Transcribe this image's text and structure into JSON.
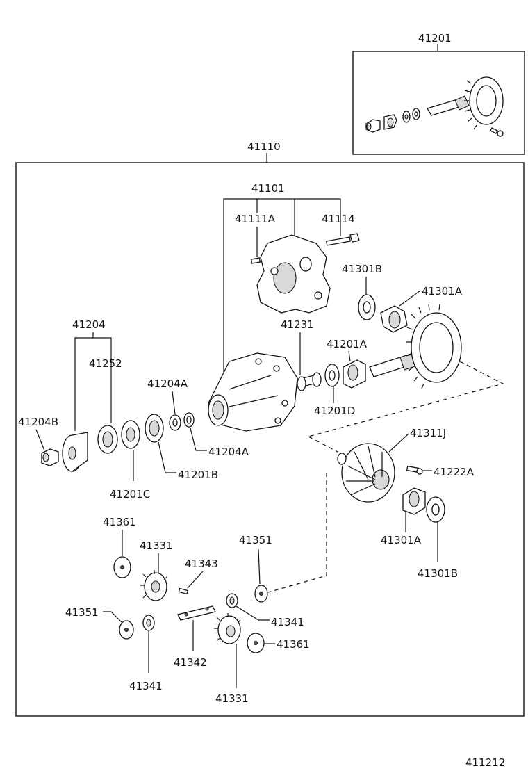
{
  "diagram_id": "411212",
  "assembly_label": "41110",
  "inset_label": "41201",
  "labels": {
    "l41101": "41101",
    "l41111A": "41111A",
    "l41114": "41114",
    "l41301B_top": "41301B",
    "l41301A_top": "41301A",
    "l41204": "41204",
    "l41252": "41252",
    "l41231": "41231",
    "l41201A": "41201A",
    "l41204A_a": "41204A",
    "l41204A_b": "41204A",
    "l41204B": "41204B",
    "l41201D": "41201D",
    "l41311J": "41311J",
    "l41222A": "41222A",
    "l41201B": "41201B",
    "l41201C": "41201C",
    "l41301A_bot": "41301A",
    "l41301B_bot": "41301B",
    "l41361_a": "41361",
    "l41331_a": "41331",
    "l41343": "41343",
    "l41351_a": "41351",
    "l41351_b": "41351",
    "l41341_a": "41341",
    "l41342": "41342",
    "l41341_b": "41341",
    "l41361_b": "41361",
    "l41331_b": "41331"
  }
}
